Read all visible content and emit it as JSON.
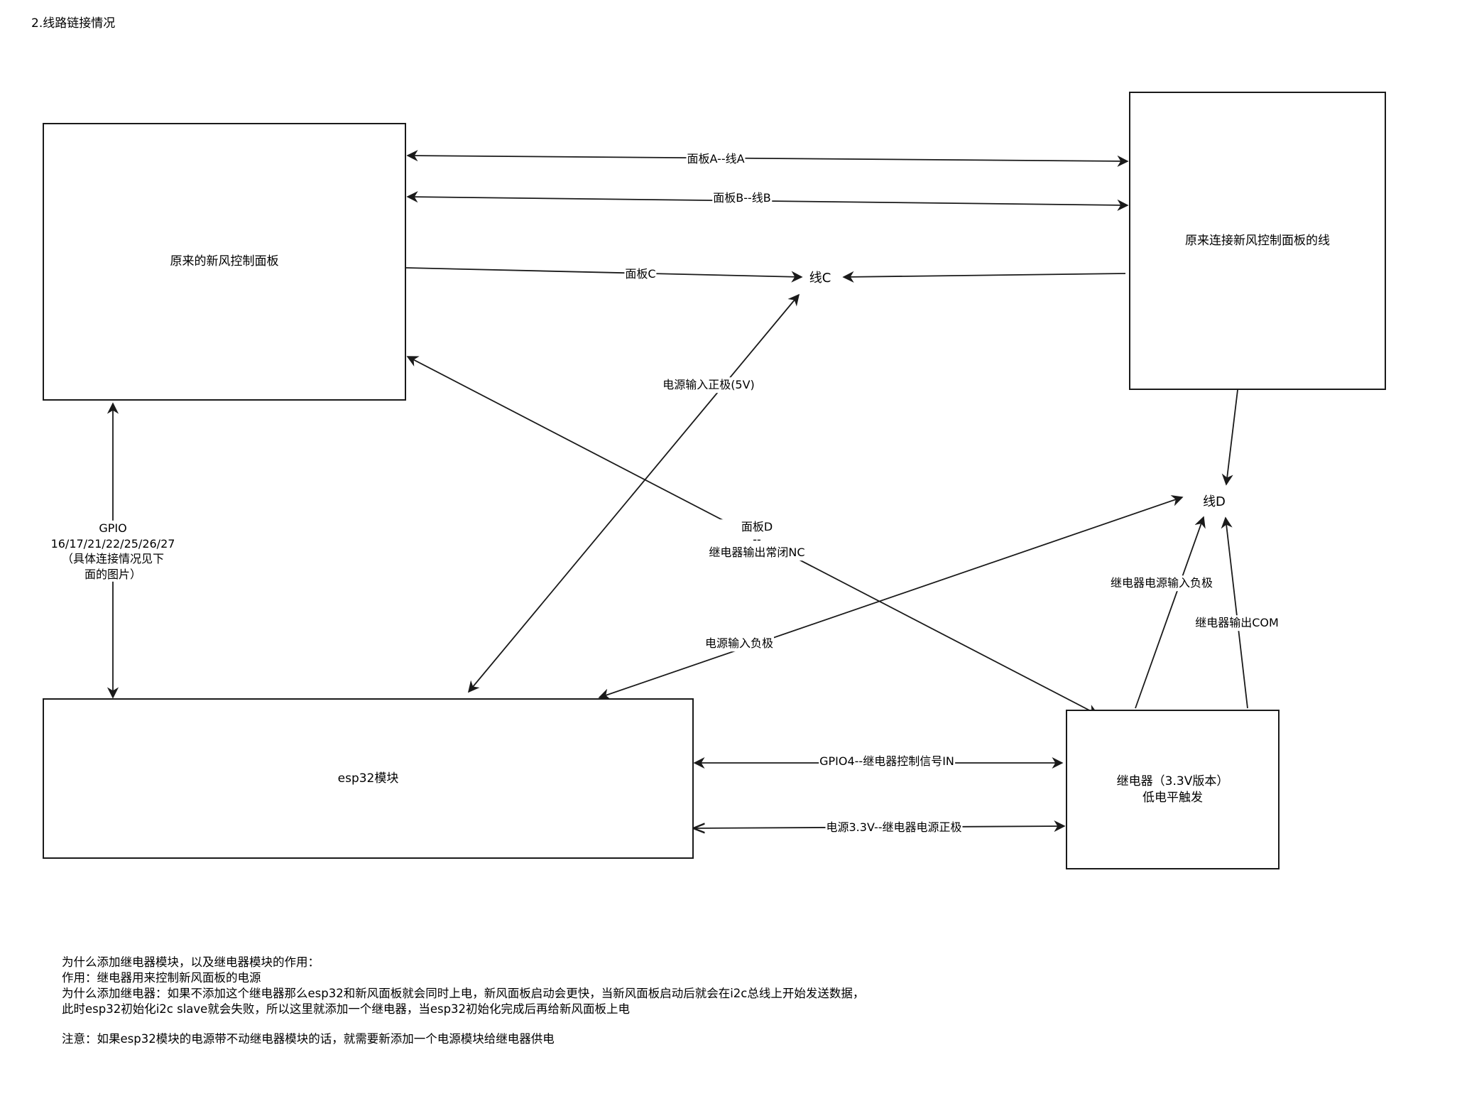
{
  "title": "2.线路链接情况",
  "nodes": {
    "panel": "原来的新风控制面板",
    "panel_wires": "原来连接新风控制面板的线",
    "esp32": "esp32模块",
    "relay_line1": "继电器（3.3V版本）",
    "relay_line2": "低电平触发",
    "wire_c": "线C",
    "wire_d": "线D"
  },
  "connections": {
    "a": "面板A--线A",
    "b": "面板B--线B",
    "c": "面板C",
    "power_pos": "电源输入正极(5V)",
    "panel_d_line1": "面板D",
    "panel_d_line2": "--",
    "panel_d_line3": "继电器输出常闭NC",
    "power_neg": "电源输入负极",
    "gpio_line1": "GPIO",
    "gpio_line2": "16/17/21/22/25/26/27",
    "gpio_line3": "（具体连接情况见下",
    "gpio_line4": "面的图片）",
    "gpio4": "GPIO4--继电器控制信号IN",
    "power33": "电源3.3V--继电器电源正极",
    "relay_power_neg": "继电器电源输入负极",
    "relay_com": "继电器输出COM"
  },
  "notes": {
    "line1": "为什么添加继电器模块，以及继电器模块的作用：",
    "line2": "作用：继电器用来控制新风面板的电源",
    "line3": "为什么添加继电器：如果不添加这个继电器那么esp32和新风面板就会同时上电，新风面板启动会更快，当新风面板启动后就会在i2c总线上开始发送数据，",
    "line4": "此时esp32初始化i2c slave就会失败，所以这里就添加一个继电器，当esp32初始化完成后再给新风面板上电",
    "line5": "注意：如果esp32模块的电源带不动继电器模块的话，就需要新添加一个电源模块给继电器供电"
  },
  "colors": {
    "stroke": "#1a1a1a",
    "background": "#ffffff"
  }
}
